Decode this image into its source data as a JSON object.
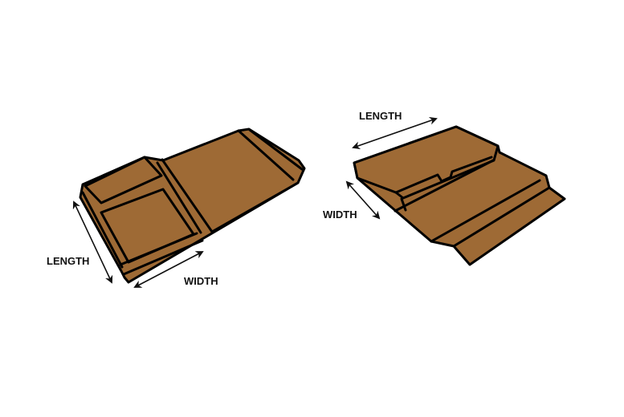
{
  "diagram": {
    "tile_color": "#9e6a35",
    "outline_color": "#000000",
    "left_tile": {
      "length_label": "LENGTH",
      "width_label": "WIDTH"
    },
    "right_tile": {
      "length_label": "LENGTH",
      "width_label": "WIDTH"
    }
  }
}
